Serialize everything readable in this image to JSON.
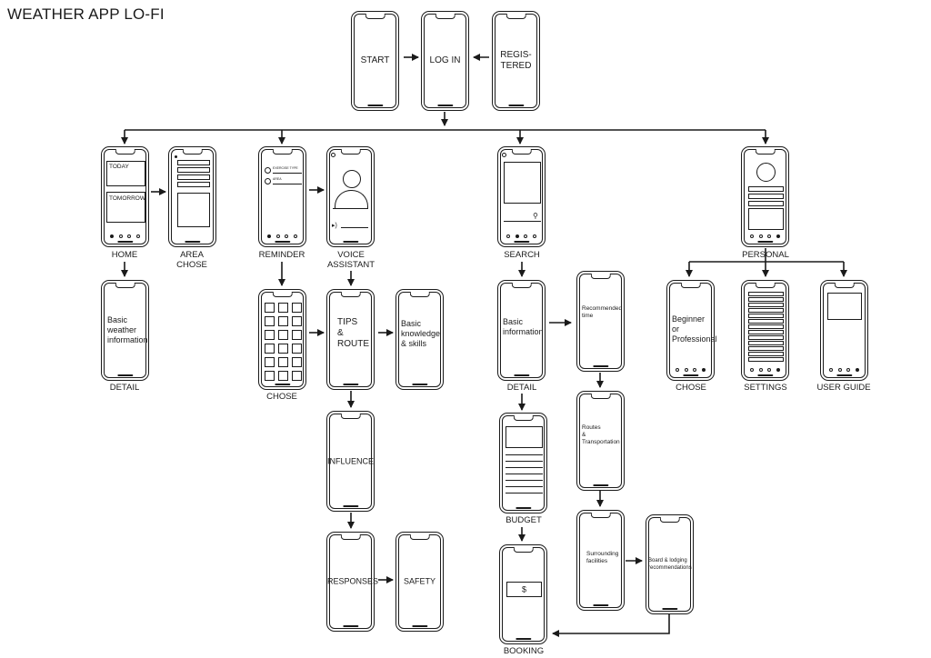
{
  "title": "WEATHER APP LO-FI",
  "screens": {
    "start": {
      "text": "START"
    },
    "login": {
      "text": "LOG IN"
    },
    "registered": {
      "text": "REGIS-\nTERED"
    },
    "home": {
      "label": "HOME",
      "today": "TODAY",
      "tomorrow": "TOMORROW"
    },
    "area_chose": {
      "label": "AREA\nCHOSE"
    },
    "detail_weather": {
      "label": "DETAIL",
      "text": "Basic\nweather\ninformation"
    },
    "reminder": {
      "label": "REMINDER",
      "row1": "EXERCISE TYPE",
      "row2": "AREA"
    },
    "voice_assistant": {
      "label": "VOICE\nASSISTANT"
    },
    "chose_grid": {
      "label": "CHOSE"
    },
    "tips_route": {
      "text": "TIPS\n&\nROUTE"
    },
    "basic_knowledge": {
      "text": "Basic\nknowledge\n& skills"
    },
    "influence": {
      "text": "INFLUENCE"
    },
    "responses": {
      "text": "RESPONSES"
    },
    "safety": {
      "text": "SAFETY"
    },
    "search": {
      "label": "SEARCH"
    },
    "detail_info": {
      "label": "DETAIL",
      "text": "Basic\ninformation"
    },
    "recommended_time": {
      "text": "Recommended\ntime"
    },
    "budget": {
      "label": "BUDGET"
    },
    "routes": {
      "text": "Routes\n&\nTransportation"
    },
    "booking": {
      "label": "BOOKING",
      "price": "$"
    },
    "surrounding": {
      "text": "Surrounding\nfacilities"
    },
    "board_lodging": {
      "text": "Board & lodging\nrecommendations"
    },
    "personal": {
      "label": "PERSONAL"
    },
    "chose_level": {
      "label": "CHOSE",
      "text": "Beginner\nor\nProfessional"
    },
    "settings": {
      "label": "SETTINGS"
    },
    "user_guide": {
      "label": "USER GUIDE"
    }
  }
}
